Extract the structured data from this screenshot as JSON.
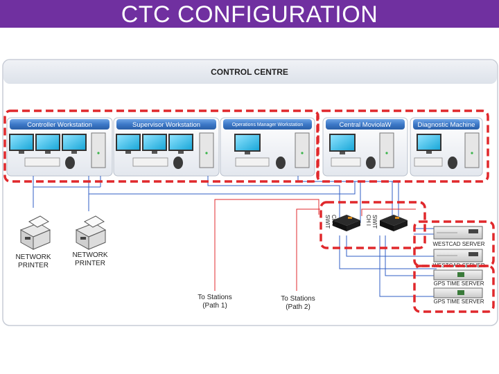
{
  "page_title": "CTC CONFIGURATION",
  "control_centre": {
    "label": "CONTROL CENTRE",
    "panels": [
      {
        "label": "Controller Workstation",
        "monitors": 3
      },
      {
        "label": "Supervisor Workstation",
        "monitors": 3
      },
      {
        "label": "Operations Manager Workstation",
        "monitors": 1
      },
      {
        "label": "Central MoviolaW",
        "monitors": 1
      },
      {
        "label": "Diagnostic Machine",
        "monitors": 1
      }
    ]
  },
  "printers": [
    {
      "label_line1": "NETWORK",
      "label_line2": "PRINTER"
    },
    {
      "label_line1": "NETWORK",
      "label_line2": "PRINTER"
    }
  ],
  "switches": [
    {
      "label_line1": "SWIT",
      "label_line2": "CH I"
    },
    {
      "label_line1": "SWIT",
      "label_line2": "CH I"
    }
  ],
  "servers": [
    {
      "label": "WESTCAD SERVER"
    },
    {
      "label": "WESTCAD SERVER"
    },
    {
      "label": "GPS TIME SERVER"
    },
    {
      "label": "GPS TIME SERVER"
    }
  ],
  "stations": [
    {
      "line1": "To Stations",
      "line2": "(Path 1)"
    },
    {
      "line1": "To Stations",
      "line2": "(Path 2)"
    }
  ],
  "colors": {
    "title_bar": "#7030a0",
    "dashed_highlight": "#e0282c",
    "path1_line": "#2f5ec4",
    "path2_line": "#e0282c",
    "panel_header": "#3d79c8"
  }
}
